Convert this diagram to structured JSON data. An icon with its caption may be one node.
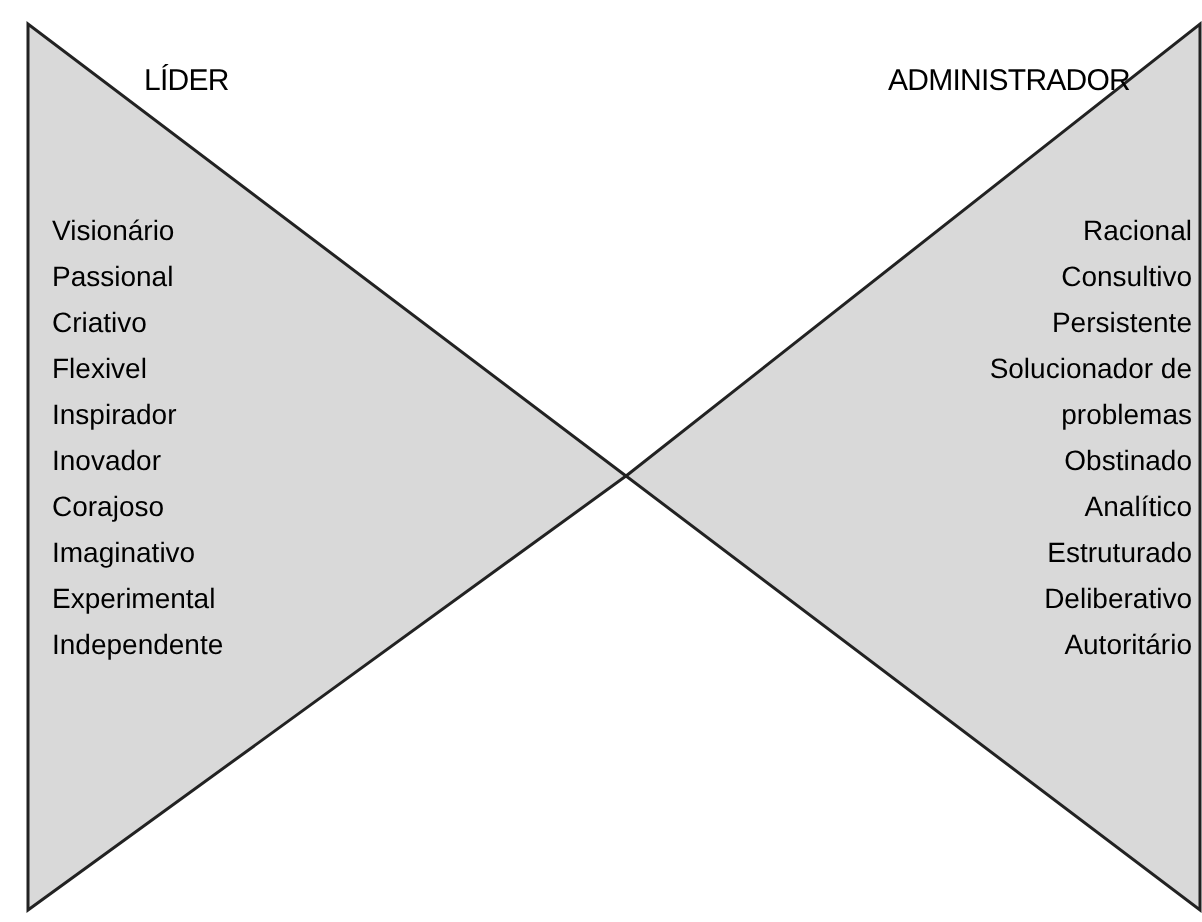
{
  "diagram": {
    "nodes": [
      {
        "text": [
          "LÍDER",
          "Visionário",
          "Passional",
          "Criativo",
          "Flexivel",
          "Inspirador",
          "Inovador",
          "Corajoso",
          "Imaginativo",
          "Experimental",
          "Independente"
        ]
      },
      {
        "text": [
          "ADMINISTRADOR",
          "Racional",
          "Consultivo",
          "Persistente",
          "Solucionador de problemas",
          "Obstinado",
          "Analítico",
          "Estruturado",
          "Deliberativo",
          "Autoritário"
        ]
      }
    ]
  }
}
